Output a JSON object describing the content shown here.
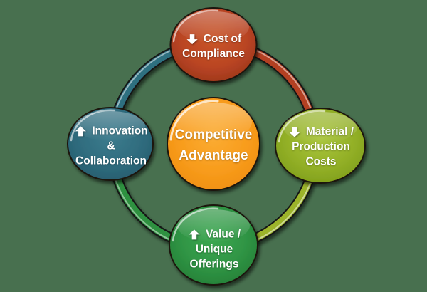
{
  "page": {
    "background_color": "#48704F",
    "text_color": "#FFFFFF"
  },
  "center": {
    "lines": [
      "Competitive",
      "Advantage"
    ],
    "fill_light": "#FBAC33",
    "fill": "#F89C1C",
    "fill_dark": "#EE8C0E"
  },
  "top": {
    "icon": "down-arrow-icon",
    "lines": [
      "Cost of",
      "Compliance"
    ],
    "fill_light": "#C95629",
    "fill": "#BA4523",
    "fill_dark": "#95331A"
  },
  "right": {
    "icon": "down-arrow-icon",
    "lines": [
      "Material /",
      "Production",
      "Costs"
    ],
    "fill_light": "#A9C53C",
    "fill": "#93B027",
    "fill_dark": "#7B9B18"
  },
  "bottom": {
    "icon": "up-arrow-icon",
    "lines": [
      "Value /",
      "Unique",
      "Offerings"
    ],
    "fill_light": "#3BA850",
    "fill": "#2F9444",
    "fill_dark": "#237B34"
  },
  "left": {
    "icon": "up-arrow-icon",
    "lines": [
      "Innovation",
      "&",
      "Collaboration"
    ],
    "fill_light": "#3C7B8D",
    "fill": "#2F6C7E",
    "fill_dark": "#25596A"
  },
  "ring": {
    "segments": [
      {
        "name": "top-to-right",
        "color": "#B34120"
      },
      {
        "name": "right-to-bottom",
        "color": "#9CB42B"
      },
      {
        "name": "bottom-to-left",
        "color": "#2E9140"
      },
      {
        "name": "left-to-top",
        "color": "#2F6F80"
      }
    ]
  }
}
